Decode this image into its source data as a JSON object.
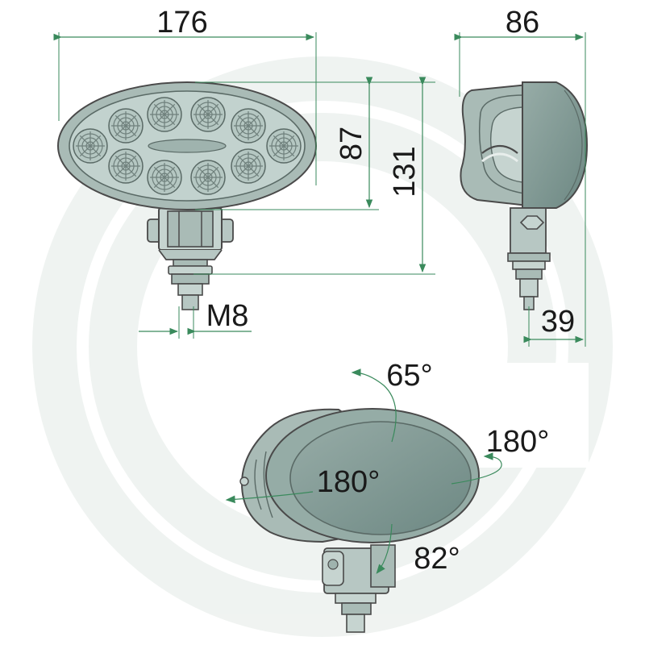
{
  "dimensions": {
    "width_front": "176",
    "depth_side": "86",
    "lens_height": "87",
    "total_height": "131",
    "thread": "M8",
    "mount_offset": "39"
  },
  "angles": {
    "tilt_vertical": "65°",
    "rotate_right": "180°",
    "rotate_left": "180°",
    "tilt_bottom": "82°"
  },
  "colors": {
    "dimension_lines": "#3a8a5c",
    "lamp_body": "#a9bbb6",
    "lens": "#7f9994",
    "watermark": "#eef2f0"
  },
  "icons": {
    "watermark": "granit-logo-watermark"
  }
}
